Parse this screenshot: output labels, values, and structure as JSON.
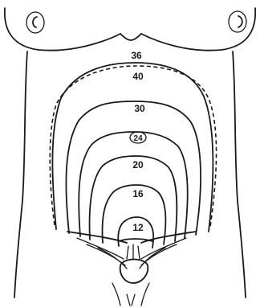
{
  "diagram": {
    "labels": {
      "w36": "36",
      "w40": "40",
      "w30": "30",
      "w24": "24",
      "w20": "20",
      "w16": "16",
      "w12": "12"
    }
  }
}
